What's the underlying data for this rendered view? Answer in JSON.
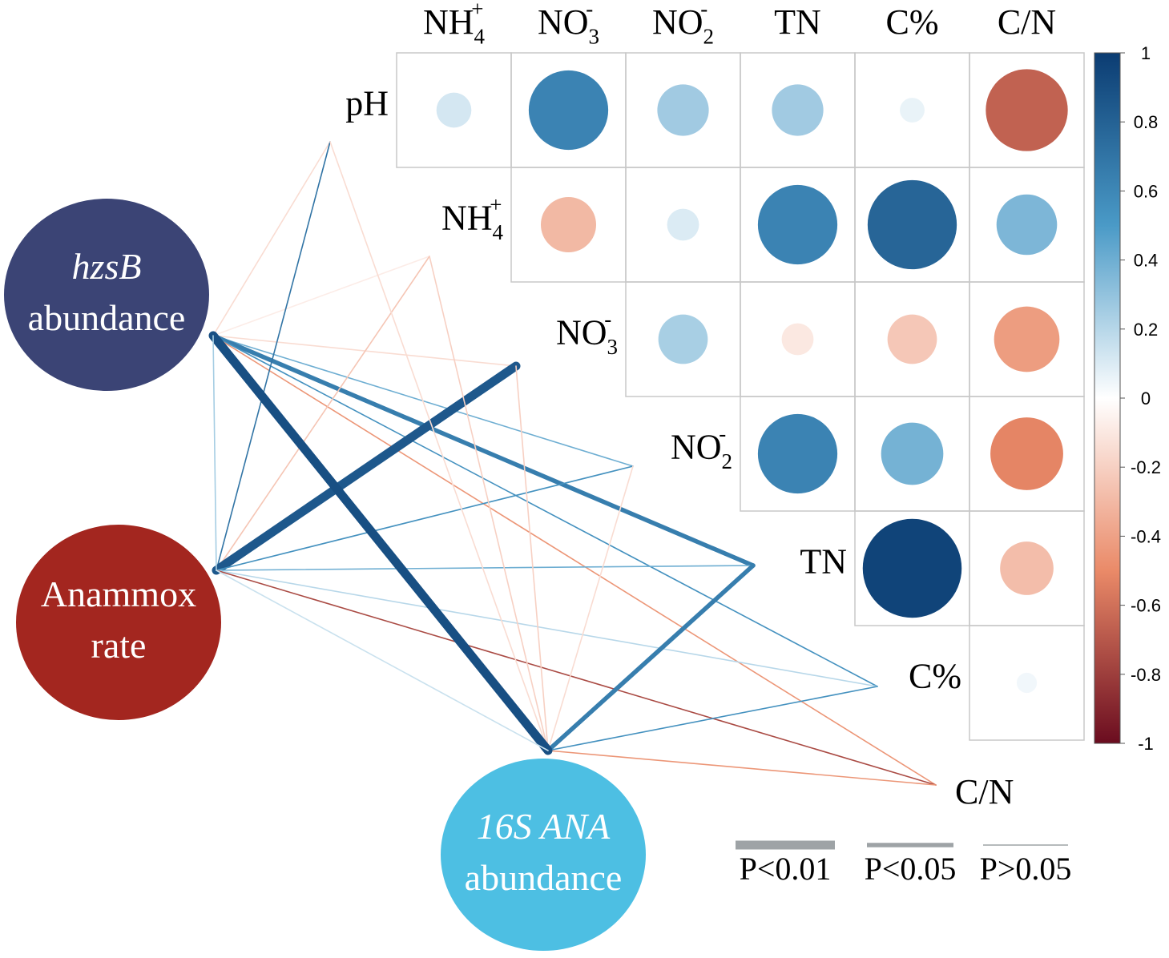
{
  "chart_data": {
    "type": "heatmap",
    "variables": [
      {
        "id": "pH",
        "base": "pH",
        "sub": "",
        "sup": ""
      },
      {
        "id": "NH4",
        "base": "NH",
        "sub": "4",
        "sup": "+"
      },
      {
        "id": "NO3",
        "base": "NO",
        "sub": "3",
        "sup": "-"
      },
      {
        "id": "NO2",
        "base": "NO",
        "sub": "2",
        "sup": "-"
      },
      {
        "id": "TN",
        "base": "TN",
        "sub": "",
        "sup": ""
      },
      {
        "id": "C",
        "base": "C%",
        "sub": "",
        "sup": ""
      },
      {
        "id": "CN",
        "base": "C/N",
        "sub": "",
        "sup": ""
      }
    ],
    "correlations": [
      {
        "row": "pH",
        "col": "NH4",
        "r": 0.12
      },
      {
        "row": "pH",
        "col": "NO3",
        "r": 0.62
      },
      {
        "row": "pH",
        "col": "NO2",
        "r": 0.26
      },
      {
        "row": "pH",
        "col": "TN",
        "r": 0.26
      },
      {
        "row": "pH",
        "col": "C",
        "r": 0.06
      },
      {
        "row": "pH",
        "col": "CN",
        "r": -0.66
      },
      {
        "row": "NH4",
        "col": "NO3",
        "r": -0.3
      },
      {
        "row": "NH4",
        "col": "NO2",
        "r": 0.1
      },
      {
        "row": "NH4",
        "col": "TN",
        "r": 0.62
      },
      {
        "row": "NH4",
        "col": "C",
        "r": 0.78
      },
      {
        "row": "NH4",
        "col": "CN",
        "r": 0.36
      },
      {
        "row": "NO3",
        "col": "NO2",
        "r": 0.24
      },
      {
        "row": "NO3",
        "col": "TN",
        "r": -0.1
      },
      {
        "row": "NO3",
        "col": "C",
        "r": -0.24
      },
      {
        "row": "NO3",
        "col": "CN",
        "r": -0.42
      },
      {
        "row": "NO2",
        "col": "TN",
        "r": 0.62
      },
      {
        "row": "NO2",
        "col": "C",
        "r": 0.38
      },
      {
        "row": "NO2",
        "col": "CN",
        "r": -0.52
      },
      {
        "row": "TN",
        "col": "C",
        "r": 0.96
      },
      {
        "row": "TN",
        "col": "CN",
        "r": -0.28
      },
      {
        "row": "C",
        "col": "CN",
        "r": 0.04
      }
    ],
    "colorbar": {
      "ticks": [
        "1",
        "0.8",
        "0.6",
        "0.4",
        "0.2",
        "0",
        "-0.2",
        "-0.4",
        "-0.6",
        "-0.8",
        "-1"
      ],
      "range": [
        -1,
        1
      ],
      "colors": {
        "1": "#0b3c72",
        "0.5": "#4a9ac7",
        "0": "#ffffff",
        "-0.5": "#ea8a68",
        "-1": "#6a0c1f"
      }
    },
    "nodes": [
      {
        "id": "hzsB",
        "line1": "hzsB",
        "line2": "abundance",
        "line1_italic": true,
        "color": "#3b4475"
      },
      {
        "id": "Anammox",
        "line1": "Anammox",
        "line2": "rate",
        "line1_italic": false,
        "color": "#a3261f"
      },
      {
        "id": "16S",
        "line1": "16S ANA",
        "line2": "abundance",
        "line1_italic": true,
        "color": "#4dbfe3"
      }
    ],
    "links": [
      {
        "from": "hzsB",
        "to": "pH",
        "r": -0.15,
        "p": ">0.05"
      },
      {
        "from": "hzsB",
        "to": "NH4",
        "r": -0.08,
        "p": ">0.05"
      },
      {
        "from": "hzsB",
        "to": "NO3",
        "r": -0.15,
        "p": ">0.05"
      },
      {
        "from": "hzsB",
        "to": "NO2",
        "r": 0.4,
        "p": ">0.05"
      },
      {
        "from": "hzsB",
        "to": "TN",
        "r": 0.65,
        "p": "<0.05"
      },
      {
        "from": "hzsB",
        "to": "C",
        "r": 0.55,
        "p": ">0.05"
      },
      {
        "from": "hzsB",
        "to": "CN",
        "r": -0.45,
        "p": ">0.05"
      },
      {
        "from": "Anammox",
        "to": "pH",
        "r": 0.7,
        "p": ">0.05"
      },
      {
        "from": "Anammox",
        "to": "NH4",
        "r": -0.25,
        "p": ">0.05"
      },
      {
        "from": "Anammox",
        "to": "NO3",
        "r": 0.85,
        "p": "<0.01"
      },
      {
        "from": "Anammox",
        "to": "NO2",
        "r": 0.55,
        "p": ">0.05"
      },
      {
        "from": "Anammox",
        "to": "TN",
        "r": 0.4,
        "p": ">0.05"
      },
      {
        "from": "Anammox",
        "to": "C",
        "r": 0.2,
        "p": ">0.05"
      },
      {
        "from": "Anammox",
        "to": "CN",
        "r": -0.75,
        "p": ">0.05"
      },
      {
        "from": "16S",
        "to": "pH",
        "r": -0.15,
        "p": ">0.05"
      },
      {
        "from": "16S",
        "to": "NH4",
        "r": -0.2,
        "p": ">0.05"
      },
      {
        "from": "16S",
        "to": "NO3",
        "r": -0.2,
        "p": ">0.05"
      },
      {
        "from": "16S",
        "to": "NO2",
        "r": -0.15,
        "p": ">0.05"
      },
      {
        "from": "16S",
        "to": "TN",
        "r": 0.65,
        "p": "<0.05"
      },
      {
        "from": "16S",
        "to": "C",
        "r": 0.55,
        "p": ">0.05"
      },
      {
        "from": "16S",
        "to": "CN",
        "r": -0.45,
        "p": ">0.05"
      },
      {
        "from": "hzsB",
        "to": "16S",
        "r": 0.9,
        "p": "<0.01"
      },
      {
        "from": "hzsB",
        "to": "Anammox",
        "r": 0.25,
        "p": ">0.05"
      },
      {
        "from": "Anammox",
        "to": "16S",
        "r": 0.15,
        "p": ">0.05"
      }
    ],
    "p_legend": [
      {
        "label": "P<0.01",
        "p": "<0.01"
      },
      {
        "label": "P<0.05",
        "p": "<0.05"
      },
      {
        "label": "P>0.05",
        "p": ">0.05"
      }
    ],
    "legend_color": "#9ea3a6"
  }
}
